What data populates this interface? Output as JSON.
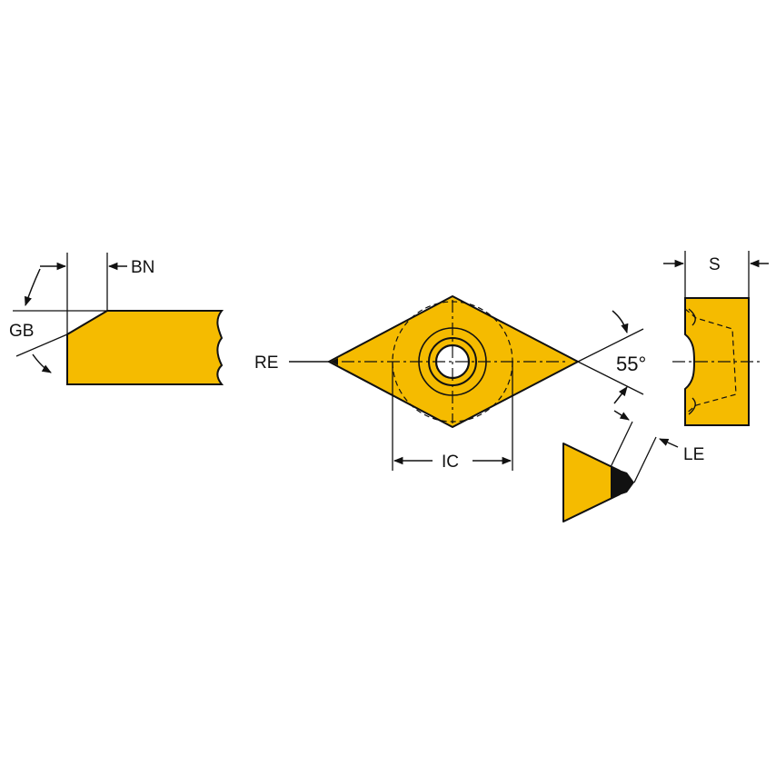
{
  "labels": {
    "bn": "BN",
    "gb": "GB",
    "re": "RE",
    "ic": "IC",
    "angle": "55°",
    "s": "S",
    "le": "LE"
  },
  "colors": {
    "insert_fill": "#F5BB00",
    "ink": "#111111",
    "edge_band": "#111111",
    "background": "#FFFFFF"
  }
}
